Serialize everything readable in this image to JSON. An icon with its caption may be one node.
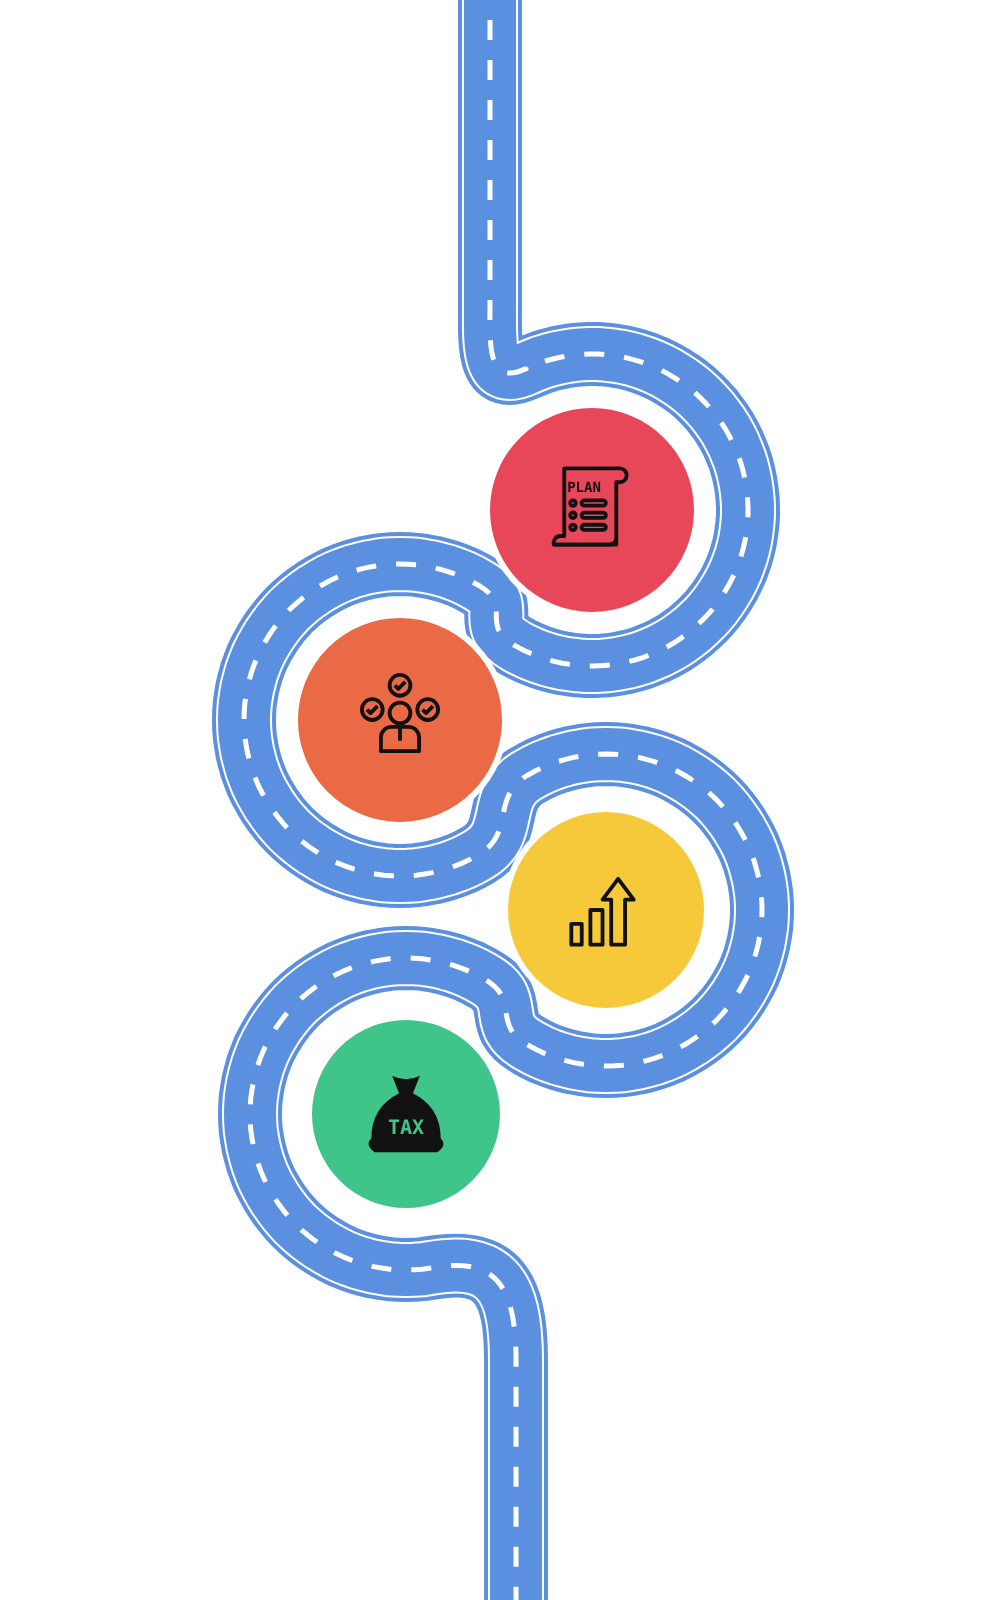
{
  "diagram": {
    "nodes": [
      {
        "text": [
          "PLAN"
        ]
      },
      {
        "text": [],
        "shape": "circle"
      },
      {
        "text": [],
        "shape": "circle"
      },
      {
        "text": [
          "TAX"
        ]
      }
    ]
  }
}
